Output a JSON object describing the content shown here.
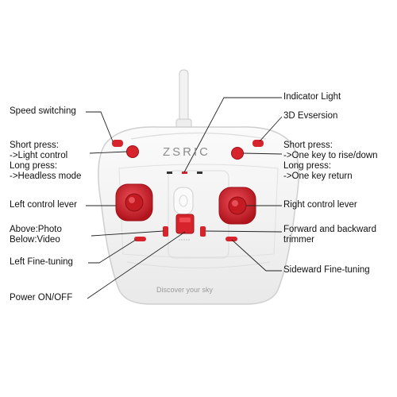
{
  "product": {
    "brand": "ZSRIC",
    "slogan": "Discover your sky"
  },
  "labels": {
    "speed_switching": "Speed switching",
    "short_press_left": [
      "Short press:",
      "->Light control",
      "Long press:",
      "->Headless mode"
    ],
    "left_control_lever": "Left control lever",
    "photo_video": [
      "Above:Photo",
      "Below:Video"
    ],
    "left_fine_tuning": "Left Fine-tuning",
    "power": "Power ON/OFF",
    "indicator_light": "Indicator Light",
    "eversion_3d": "3D Evsersion",
    "short_press_right": [
      "Short press:",
      "->One key to rise/down",
      "Long press:",
      "->One key return"
    ],
    "right_control_lever": "Right control lever",
    "forward_backward": [
      "Forward and backward",
      "trimmer"
    ],
    "sideward_fine_tuning": "Sideward Fine-tuning"
  },
  "colors": {
    "body": "#f4f4f4",
    "accent": "#d7232b",
    "line": "#222222"
  }
}
